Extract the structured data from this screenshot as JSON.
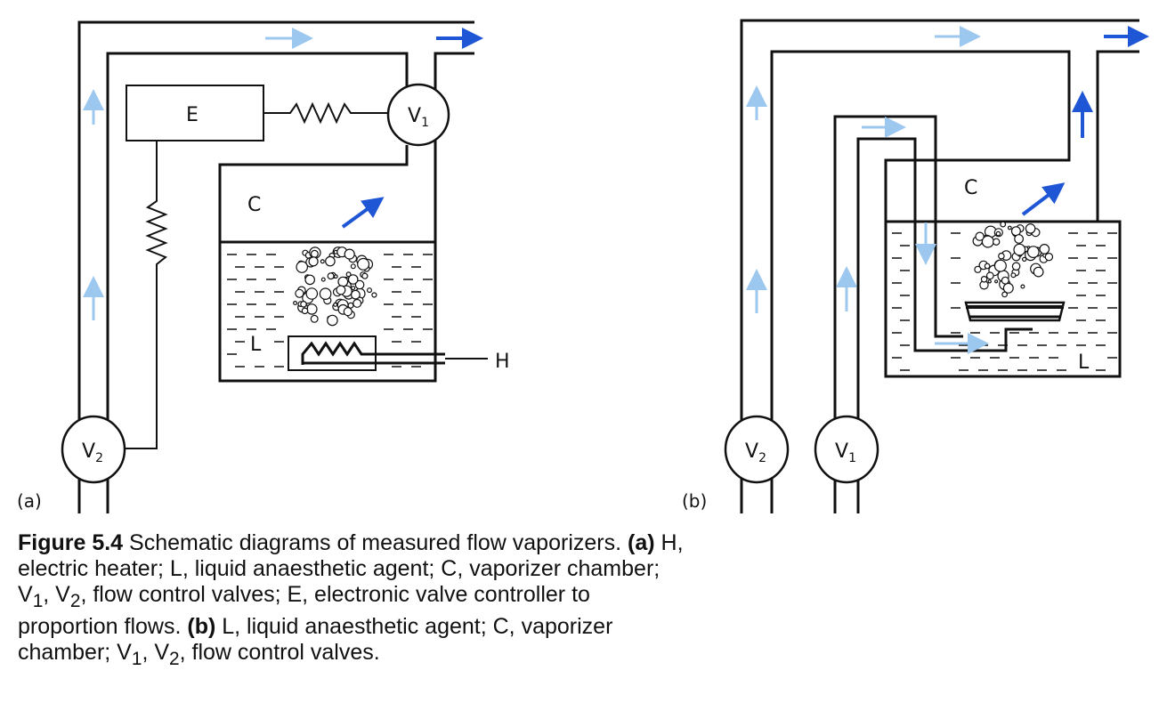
{
  "colors": {
    "flow_light": "#9cc7ee",
    "flow_dark": "#1f56d6",
    "line": "#111111"
  },
  "panel_a": {
    "tag": "(a)",
    "controller": "E",
    "chamber": "C",
    "liquid": "L",
    "heater": "H",
    "valve1": {
      "main": "V",
      "sub": "1"
    },
    "valve2": {
      "main": "V",
      "sub": "2"
    }
  },
  "panel_b": {
    "tag": "(b)",
    "chamber": "C",
    "liquid": "L",
    "valve1": {
      "main": "V",
      "sub": "1"
    },
    "valve2": {
      "main": "V",
      "sub": "2"
    }
  },
  "caption": {
    "figure_label": "Figure 5.4",
    "intro": " Schematic diagrams of measured flow vaporizers. ",
    "a_label": "(a)",
    "a_text_1": " H, electric heater; L, liquid anaesthetic agent; C, vaporizer chamber; V",
    "a_sub1": "1",
    "a_text_2": ", V",
    "a_sub2": "2",
    "a_text_3": ", flow control valves; E, electronic valve controller to proportion flows. ",
    "b_label": "(b)",
    "b_text_1": " L, liquid anaesthetic agent; C, vaporizer chamber; V",
    "b_sub1": "1",
    "b_text_2": ", V",
    "b_sub2": "2",
    "b_text_3": ", flow control valves."
  }
}
